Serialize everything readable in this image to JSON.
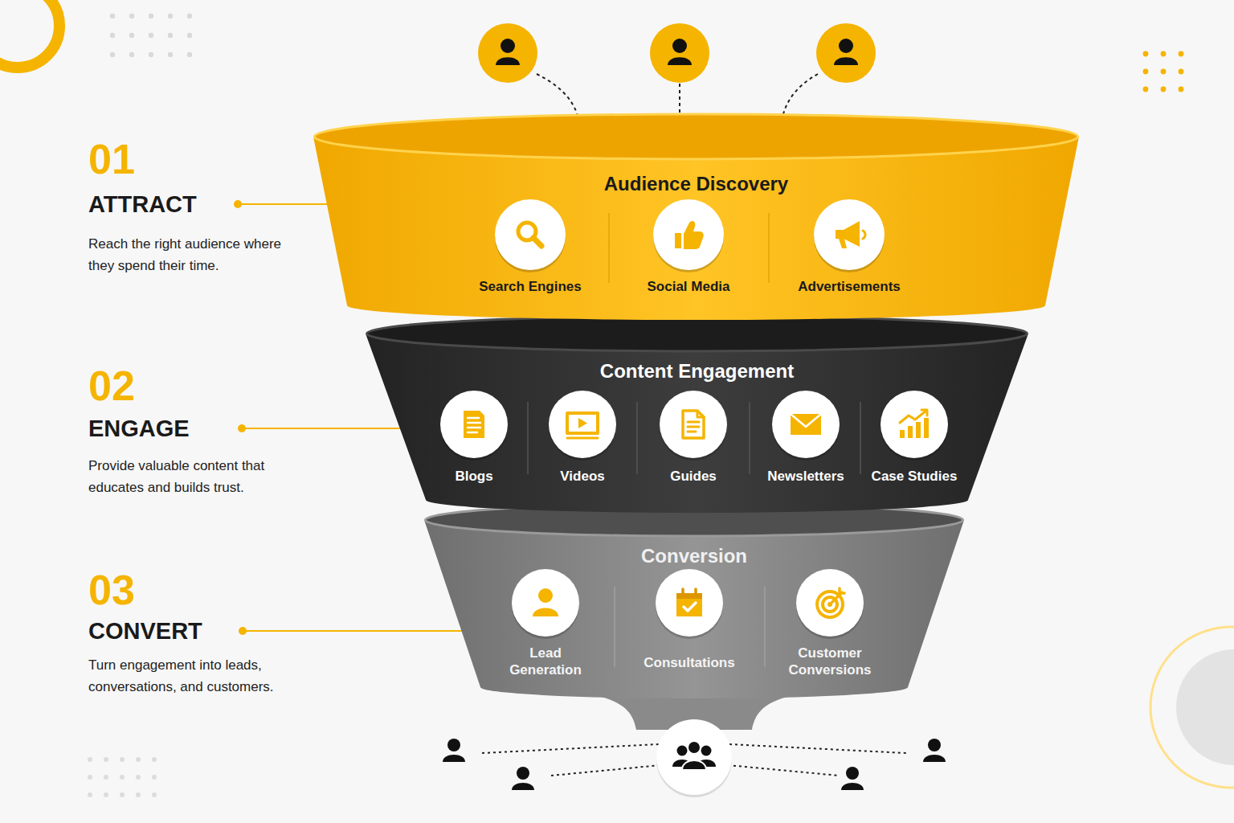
{
  "diagram": {
    "nodes": [
      {
        "text": [
          "Audience Discovery"
        ]
      },
      {
        "text": [
          "Search Engines"
        ],
        "in": 0
      },
      {
        "text": [
          "Social Media"
        ],
        "in": 0
      },
      {
        "text": [
          "Advertisements"
        ],
        "in": 0
      },
      {
        "text": [
          "Content Engagement"
        ]
      },
      {
        "text": [
          "Blogs"
        ],
        "in": 4
      },
      {
        "text": [
          "Videos"
        ],
        "in": 4
      },
      {
        "text": [
          "Guides"
        ],
        "in": 4
      },
      {
        "text": [
          "Newsletters"
        ],
        "in": 4
      },
      {
        "text": [
          "Case Studies"
        ],
        "in": 4
      },
      {
        "text": [
          "Conversion"
        ]
      },
      {
        "text": [
          "Lead Generation"
        ],
        "in": 10
      },
      {
        "text": [
          "Consultations"
        ],
        "in": 10
      },
      {
        "text": [
          "Customer Conversions"
        ],
        "in": 10
      }
    ],
    "labels": [
      "01",
      "ATTRACT",
      "Reach the right audience where they spend their time.",
      "02",
      "ENGAGE",
      "Provide valuable content that educates and builds trust.",
      "03",
      "CONVERT",
      "Turn engagement into leads, conversations, and customers."
    ]
  }
}
